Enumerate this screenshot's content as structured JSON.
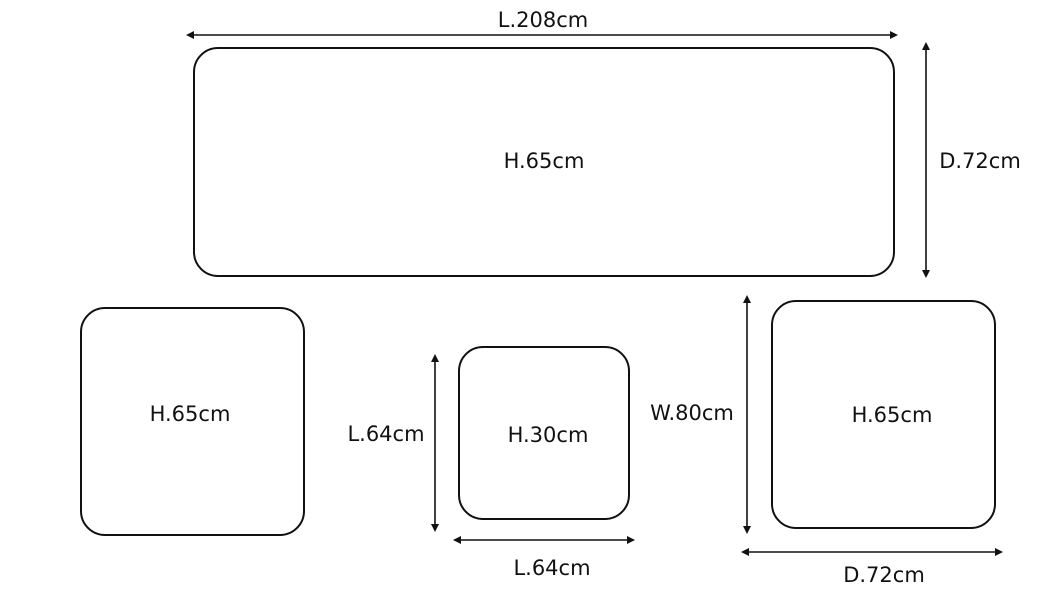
{
  "sofa_3_seat": {
    "height_label": "H.65cm",
    "length_label": "L.208cm",
    "depth_label": "D.72cm"
  },
  "armchair_left": {
    "height_label": "H.65cm"
  },
  "coffee_table": {
    "height_label": "H.30cm",
    "length_side_label": "L.64cm",
    "length_bottom_label": "L.64cm"
  },
  "armchair_right": {
    "height_label": "H.65cm",
    "width_label": "W.80cm",
    "depth_label": "D.72cm"
  },
  "colors": {
    "line": "#111111",
    "background": "#ffffff"
  }
}
